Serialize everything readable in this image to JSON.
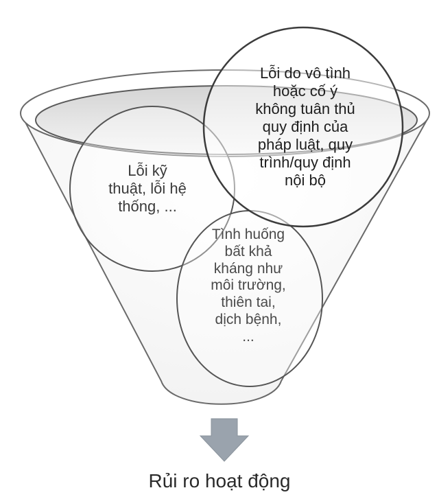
{
  "diagram": {
    "circles": {
      "technical": {
        "lines": [
          "Lỗi kỹ",
          "thuật, lỗi hệ",
          "thống, ..."
        ]
      },
      "compliance": {
        "lines": [
          "Lỗi do vô tình",
          "hoặc cố ý",
          "không tuân thủ",
          "quy định của",
          "pháp luật, quy",
          "trình/quy định",
          "nội bộ"
        ]
      },
      "force_majeure": {
        "lines": [
          "Tình huống",
          "bất khả",
          "kháng như",
          "môi trường,",
          "thiên tai,",
          "dịch bệnh,",
          "..."
        ]
      }
    },
    "result": {
      "label": "Rủi ro hoạt động"
    }
  },
  "colors": {
    "funnel_fill": "#ffffff",
    "funnel_stroke": "#6a6a6a",
    "liquid_top": "#d9d9d9",
    "liquid_bottom": "#f4f4f4",
    "arrow": "#9aa3ad"
  }
}
